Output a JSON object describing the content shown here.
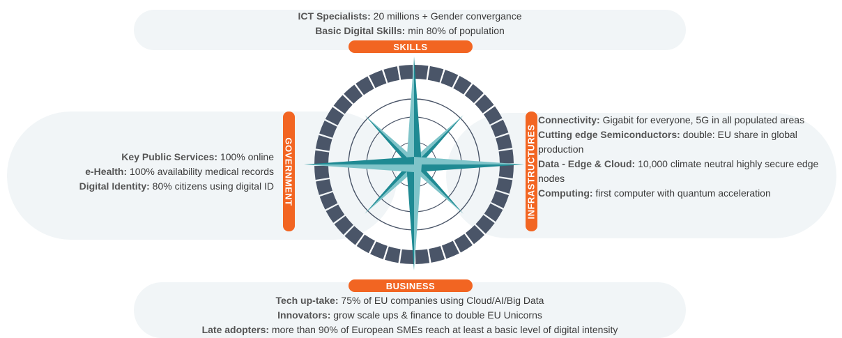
{
  "skills": {
    "badge": "SKILLS",
    "items": [
      {
        "label": "ICT Specialists:",
        "text": " 20 millions + Gender convergance"
      },
      {
        "label": "Basic Digital Skills:",
        "text": " min 80% of population"
      }
    ]
  },
  "government": {
    "badge": "GOVERNMENT",
    "items": [
      {
        "label": "Key Public Services:",
        "text": " 100% online"
      },
      {
        "label": "e-Health:",
        "text": " 100% availability medical records"
      },
      {
        "label": "Digital Identity:",
        "text": " 80% citizens using digital ID"
      }
    ]
  },
  "infrastructures": {
    "badge": "INFRASTRUCTURES",
    "items": [
      {
        "label": "Connectivity:",
        "text": " Gigabit for everyone, 5G in all populated areas"
      },
      {
        "label": "Cutting edge Semiconductors:",
        "text": " double: EU share in global production"
      },
      {
        "label": "Data - Edge & Cloud:",
        "text": " 10,000 climate neutral highly secure edge nodes"
      },
      {
        "label": "Computing:",
        "text": " first computer with quantum acceleration"
      }
    ]
  },
  "business": {
    "badge": "BUSINESS",
    "items": [
      {
        "label": "Tech up-take:",
        "text": " 75% of EU companies using Cloud/AI/Big Data"
      },
      {
        "label": "Innovators:",
        "text": " grow scale ups & finance to double EU Unicorns"
      },
      {
        "label": "Late adopters:",
        "text": " more than 90% of European SMEs reach at least a basic level of digital intensity"
      }
    ]
  },
  "colors": {
    "accent": "#f26522",
    "panel": "#f1f5f7",
    "ring": "#4a5568",
    "teal": "#1f8a93",
    "teal_light": "#7fc4c9"
  }
}
